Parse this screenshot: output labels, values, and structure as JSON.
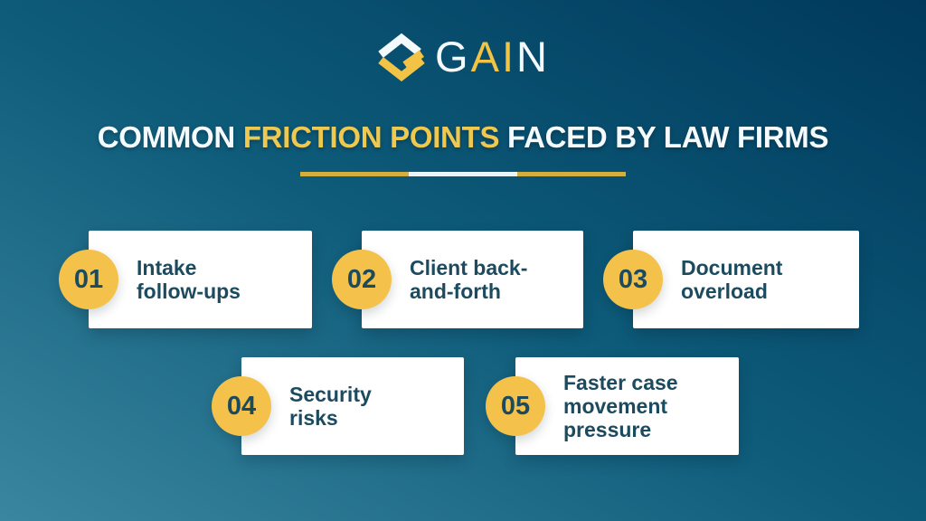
{
  "background": {
    "gradient_from": "#3a86a0",
    "gradient_mid": "#0e5c7a",
    "gradient_to": "#00395c"
  },
  "logo": {
    "icon": "gain-hexagon-g-icon",
    "word_white_1": "G",
    "word_gold": "AI",
    "word_white_2": "N",
    "gold_color": "#f2c344",
    "white_color": "#f4f9fb"
  },
  "title": {
    "prefix": "COMMON ",
    "highlight": "FRICTION POINTS",
    "suffix": " FACED BY LAW FIRMS",
    "white_color": "#f5fafc",
    "highlight_color": "#efc94f"
  },
  "divider": {
    "segment_colors": [
      "#d4af3f",
      "#e8f5fb",
      "#d4af3f"
    ]
  },
  "cards": [
    {
      "number": "01",
      "label": "Intake\nfollow-ups"
    },
    {
      "number": "02",
      "label": "Client back-\nand-forth"
    },
    {
      "number": "03",
      "label": "Document\noverload"
    },
    {
      "number": "04",
      "label": "Security\nrisks"
    },
    {
      "number": "05",
      "label": "Faster case\nmovement\npressure"
    }
  ],
  "card_style": {
    "background": "#ffffff",
    "text_color": "#1c4b5f",
    "badge_color": "#f4c24a",
    "badge_text_color": "#1c4b5f"
  }
}
